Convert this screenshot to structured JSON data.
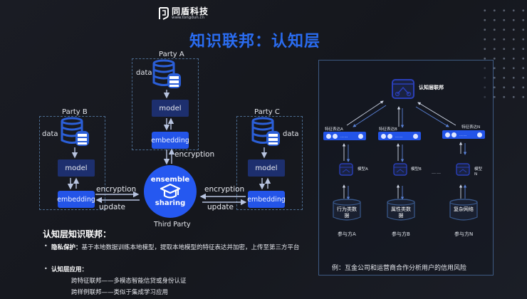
{
  "brand": {
    "name": "同盾科技",
    "url": "www.tongdun.cn"
  },
  "title": "知识联邦：认知层",
  "diagram": {
    "parties": [
      {
        "label": "Party A",
        "data_label": "data",
        "model_label": "model",
        "embedding_label": "embedding"
      },
      {
        "label": "Party B",
        "data_label": "data",
        "model_label": "model",
        "embedding_label": "embedding"
      },
      {
        "label": "Party C",
        "data_label": "data",
        "model_label": "model",
        "embedding_label": "embedding"
      }
    ],
    "arrows": {
      "encryption": "encryption",
      "update": "update"
    },
    "third_party": {
      "top": "ensemble",
      "bottom": "sharing",
      "label": "Third Party"
    }
  },
  "description": {
    "title": "认知层知识联邦：",
    "bullets": [
      {
        "bold": "隐私保护：",
        "text": "基于本地数据训练本地模型，提取本地模型的特征表达并加密，上传至第三方平台"
      },
      {
        "bold": "认知层应用：",
        "text": ""
      }
    ],
    "sub_items": [
      "跨特征联邦——多模态智能信贷或身份认证",
      "跨样例联邦——类似于集成学习应用"
    ]
  },
  "right_panel": {
    "center_label": "认知层联邦",
    "features": [
      "特征表达A",
      "特征表达B",
      "特征表达N"
    ],
    "models": [
      "模型A",
      "模型B",
      "模型N"
    ],
    "data": [
      "行为类数据",
      "属性类数据",
      "复杂网络"
    ],
    "participants": [
      "参与方A",
      "参与方B",
      "参与方N"
    ],
    "ellipsis": "……",
    "example": "例：互金公司和运营商合作分析用户的信用风险"
  },
  "colors": {
    "accent": "#2558f0",
    "title": "#2a6cf0",
    "model": "#1d2f6e",
    "background": "#16181f"
  }
}
